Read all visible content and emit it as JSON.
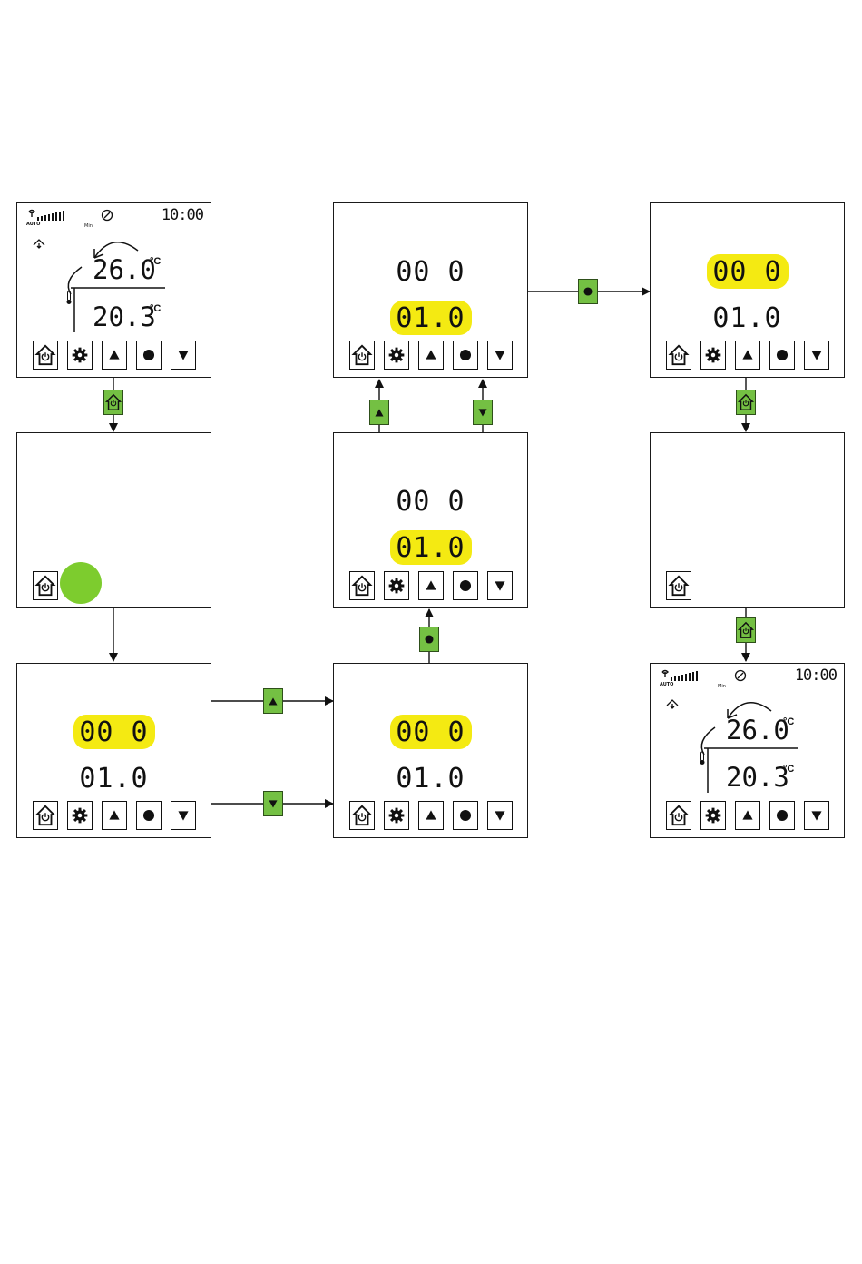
{
  "home_screen": {
    "fan_mode_label": "AUTO",
    "speed_label": "Min",
    "clock": "10:00",
    "outdoor_temp": "26.0",
    "indoor_temp": "20.3",
    "temp_unit": "°C"
  },
  "code_display": {
    "line1": "00 0",
    "line2": "01.0"
  },
  "keypad": [
    "home-power",
    "settings",
    "up",
    "select",
    "down"
  ],
  "colors": {
    "highlight": "#f4ea12",
    "key_green": "#74c043",
    "indicator_green": "#7dcc2e"
  }
}
